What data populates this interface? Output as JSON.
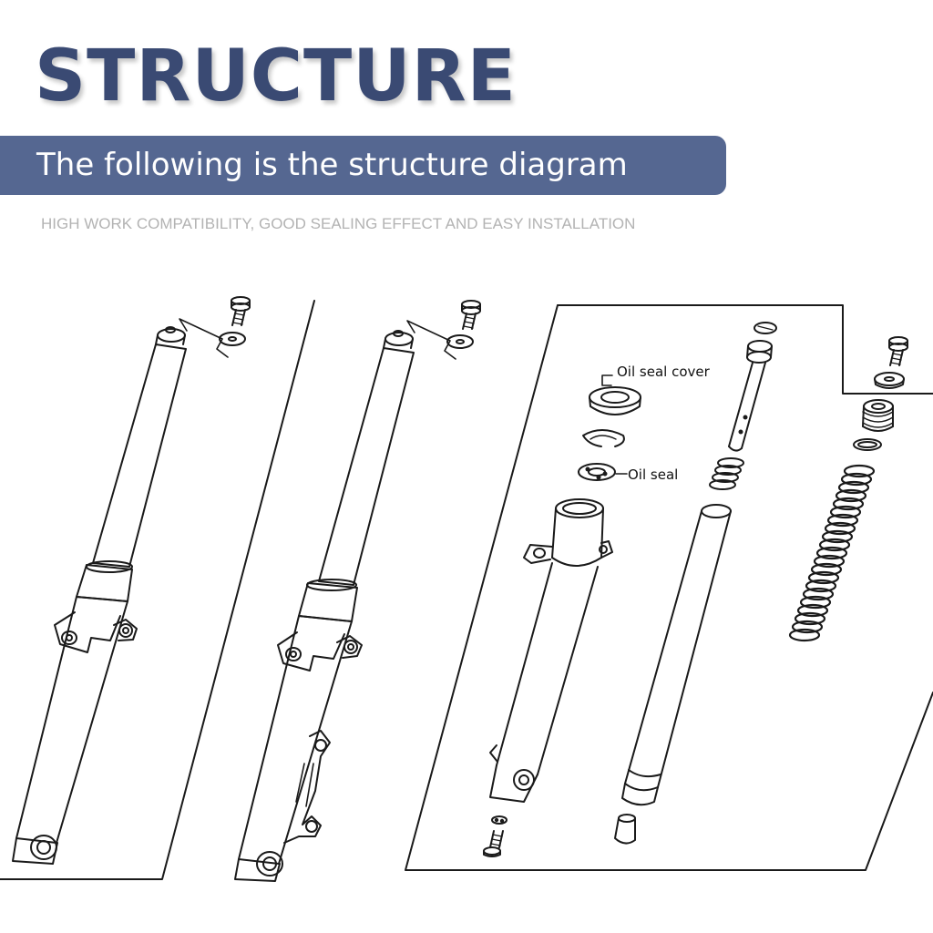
{
  "header": {
    "title": "STRUCTURE",
    "banner": "The following is the structure diagram",
    "tagline": "HIGH WORK COMPATIBILITY, GOOD SEALING EFFECT AND EASY INSTALLATION"
  },
  "callouts": {
    "oil_seal_cover": "Oil seal cover",
    "oil_seal": "Oil seal"
  },
  "colors": {
    "title": "#3a4a73",
    "banner": "#556791",
    "tagline": "#b3b3b3",
    "line": "#1a1a1a"
  }
}
